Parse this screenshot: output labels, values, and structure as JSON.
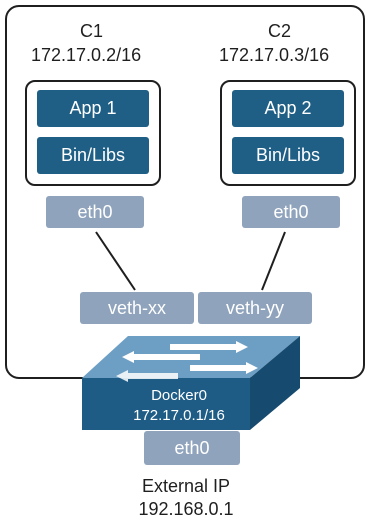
{
  "containers": [
    {
      "name": "C1",
      "ip": "172.17.0.2/16",
      "app": "App 1",
      "libs": "Bin/Libs",
      "eth": "eth0"
    },
    {
      "name": "C2",
      "ip": "172.17.0.3/16",
      "app": "App 2",
      "libs": "Bin/Libs",
      "eth": "eth0"
    }
  ],
  "veth": [
    "veth-xx",
    "veth-yy"
  ],
  "bridge": {
    "name": "Docker0",
    "ip": "172.17.0.1/16"
  },
  "host_eth": "eth0",
  "external": {
    "label": "External IP",
    "ip": "192.168.0.1"
  },
  "colors": {
    "dark_block": "#1f5f86",
    "light_block": "#8fa3bc",
    "switch_top": "#6d9ec4",
    "switch_front": "#1e5c86",
    "switch_side": "#164a6e",
    "outline": "#1f1f1f"
  }
}
